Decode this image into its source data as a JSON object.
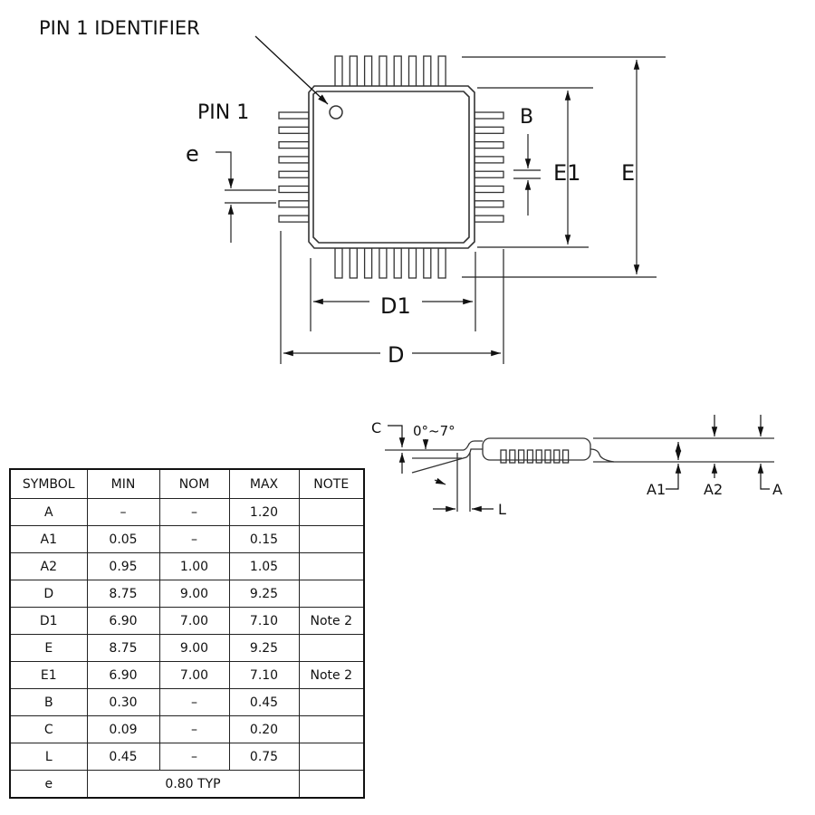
{
  "diagram": {
    "labels": {
      "pin1_identifier": "PIN 1 IDENTIFIER",
      "pin1": "PIN 1",
      "e": "e",
      "B": "B",
      "E1": "E1",
      "E": "E",
      "D1": "D1",
      "D": "D",
      "C": "C",
      "angle": "0°~7°",
      "A1": "A1",
      "A2": "A2",
      "A": "A",
      "L": "L"
    },
    "pins_per_side": 8
  },
  "table": {
    "headers": [
      "SYMBOL",
      "MIN",
      "NOM",
      "MAX",
      "NOTE"
    ],
    "rows": [
      [
        "A",
        "–",
        "–",
        "1.20",
        ""
      ],
      [
        "A1",
        "0.05",
        "–",
        "0.15",
        ""
      ],
      [
        "A2",
        "0.95",
        "1.00",
        "1.05",
        ""
      ],
      [
        "D",
        "8.75",
        "9.00",
        "9.25",
        ""
      ],
      [
        "D1",
        "6.90",
        "7.00",
        "7.10",
        "Note 2"
      ],
      [
        "E",
        "8.75",
        "9.00",
        "9.25",
        ""
      ],
      [
        "E1",
        "6.90",
        "7.00",
        "7.10",
        "Note 2"
      ],
      [
        "B",
        "0.30",
        "–",
        "0.45",
        ""
      ],
      [
        "C",
        "0.09",
        "–",
        "0.20",
        ""
      ],
      [
        "L",
        "0.45",
        "–",
        "0.75",
        ""
      ]
    ],
    "last_row": {
      "symbol": "e",
      "value": "0.80 TYP",
      "note": ""
    }
  }
}
